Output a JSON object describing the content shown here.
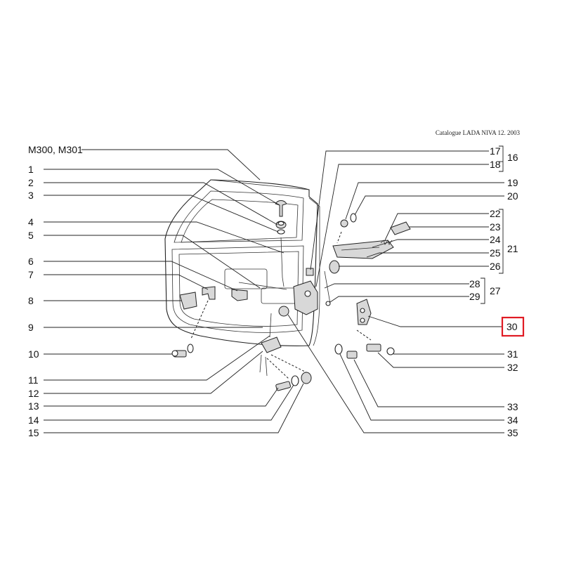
{
  "catalogue": "Catalogue  LADA NIVA  12. 2003",
  "model_label": "M300, M301",
  "highlight_color": "#e01b24",
  "highlighted_callout": "30",
  "callouts": {
    "c1": "1",
    "c2": "2",
    "c3": "3",
    "c4": "4",
    "c5": "5",
    "c6": "6",
    "c7": "7",
    "c8": "8",
    "c9": "9",
    "c10": "10",
    "c11": "11",
    "c12": "12",
    "c13": "13",
    "c14": "14",
    "c15": "15",
    "c16": "16",
    "c17": "17",
    "c18": "18",
    "c19": "19",
    "c20": "20",
    "c21": "21",
    "c22": "22",
    "c23": "23",
    "c24": "24",
    "c25": "25",
    "c26": "26",
    "c27": "27",
    "c28": "28",
    "c29": "29",
    "c30": "30",
    "c31": "31",
    "c32": "32",
    "c33": "33",
    "c34": "34",
    "c35": "35"
  }
}
